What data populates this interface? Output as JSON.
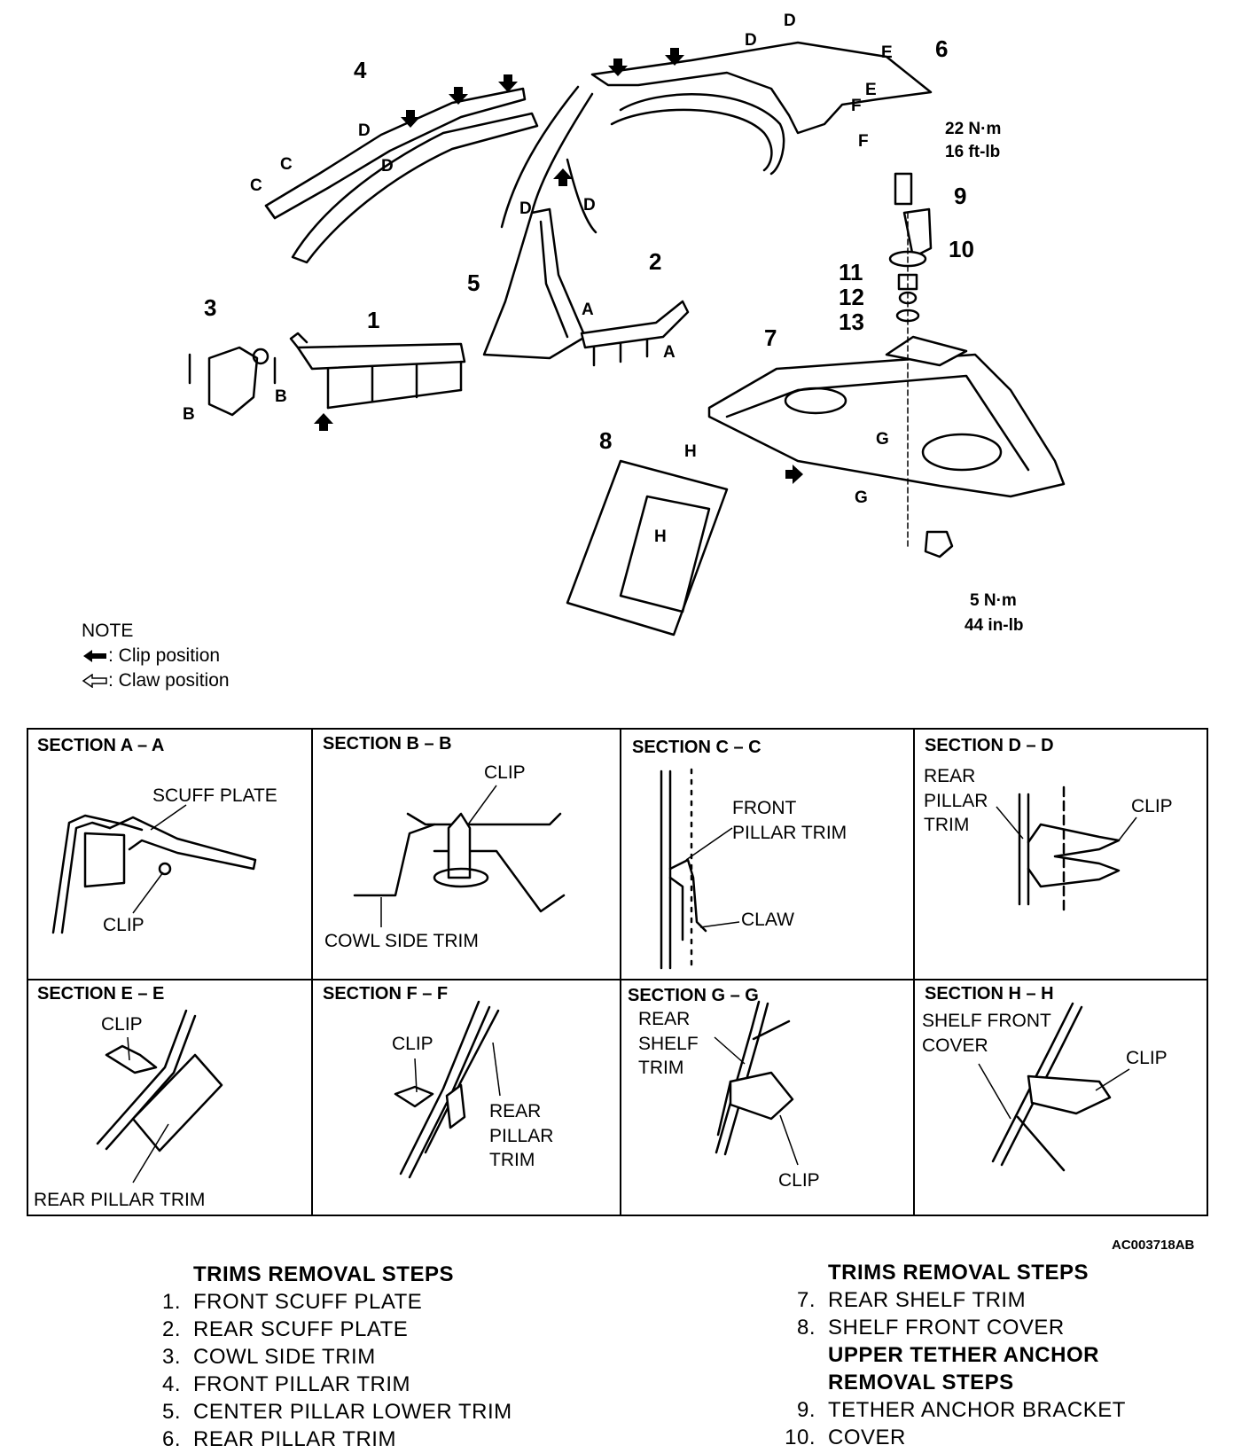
{
  "part_numbers": [
    "1",
    "2",
    "3",
    "4",
    "5",
    "6",
    "7",
    "8",
    "9",
    "10",
    "11",
    "12",
    "13"
  ],
  "section_markers": {
    "a": "A",
    "b": "B",
    "c": "C",
    "d": "D",
    "e": "E",
    "f": "F",
    "g": "G",
    "h": "H"
  },
  "torque_top": {
    "nm": "22 N·m",
    "imperial": "16 ft-lb"
  },
  "torque_bottom": {
    "nm": "5 N·m",
    "imperial": "44 in-lb"
  },
  "note": {
    "title": "NOTE",
    "clip": ": Clip position",
    "claw": ": Claw position"
  },
  "sections": [
    {
      "title": "SECTION A – A",
      "labels": [
        "SCUFF PLATE",
        "CLIP"
      ]
    },
    {
      "title": "SECTION B – B",
      "labels": [
        "CLIP",
        "COWL SIDE TRIM"
      ]
    },
    {
      "title": "SECTION C – C",
      "labels": [
        "FRONT\nPILLAR TRIM",
        "CLAW"
      ]
    },
    {
      "title": "SECTION D – D",
      "labels": [
        "REAR\nPILLAR\nTRIM",
        "CLIP"
      ]
    },
    {
      "title": "SECTION E – E",
      "labels": [
        "CLIP",
        "REAR PILLAR TRIM"
      ]
    },
    {
      "title": "SECTION F – F",
      "labels": [
        "CLIP",
        "REAR\nPILLAR\nTRIM"
      ]
    },
    {
      "title": "SECTION G – G",
      "labels": [
        "REAR\nSHELF\nTRIM",
        "CLIP"
      ]
    },
    {
      "title": "SECTION H – H",
      "labels": [
        "SHELF FRONT\nCOVER",
        "CLIP"
      ]
    }
  ],
  "figure_ref": "AC003718AB",
  "steps_left": {
    "heading": "TRIMS REMOVAL STEPS",
    "items": [
      {
        "num": "1.",
        "label": "FRONT SCUFF PLATE"
      },
      {
        "num": "2.",
        "label": "REAR SCUFF PLATE"
      },
      {
        "num": "3.",
        "label": "COWL SIDE TRIM"
      },
      {
        "num": "4.",
        "label": "FRONT PILLAR TRIM"
      },
      {
        "num": "5.",
        "label": "CENTER PILLAR LOWER TRIM"
      },
      {
        "num": "6.",
        "label": "REAR PILLAR TRIM"
      }
    ]
  },
  "steps_right": {
    "heading": "TRIMS REMOVAL STEPS",
    "items_a": [
      {
        "num": "7.",
        "label": "REAR SHELF TRIM"
      },
      {
        "num": "8.",
        "label": "SHELF FRONT COVER"
      }
    ],
    "subheading_1": "UPPER TETHER ANCHOR",
    "subheading_2": "REMOVAL STEPS",
    "items_b": [
      {
        "num": "9.",
        "label": "TETHER ANCHOR BRACKET"
      },
      {
        "num": "10.",
        "label": "COVER"
      }
    ]
  }
}
